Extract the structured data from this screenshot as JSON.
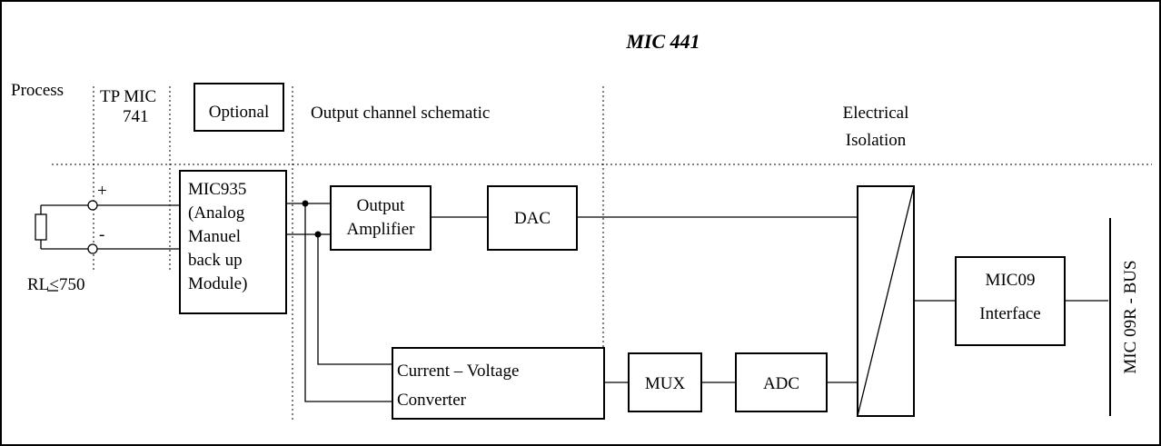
{
  "title": "MIC 441",
  "labels": {
    "process": "Process",
    "tp_line1": "TP MIC",
    "tp_line2": "741",
    "optional": "Optional",
    "schematic": "Output channel schematic",
    "isolation_line1": "Electrical",
    "isolation_line2": "Isolation",
    "plus": "+",
    "minus": "-",
    "rl_prefix": "RL",
    "rl_le": "<",
    "rl_value": "750"
  },
  "blocks": {
    "mic935": [
      "MIC935",
      "(Analog",
      "Manuel",
      "back up",
      "Module)"
    ],
    "amplifier": [
      "Output",
      "Amplifier"
    ],
    "dac": "DAC",
    "converter": [
      "Current – Voltage",
      "Converter"
    ],
    "mux": "MUX",
    "adc": "ADC",
    "mic09": [
      "MIC09",
      "Interface"
    ],
    "bus": "MIC 09R - BUS"
  }
}
